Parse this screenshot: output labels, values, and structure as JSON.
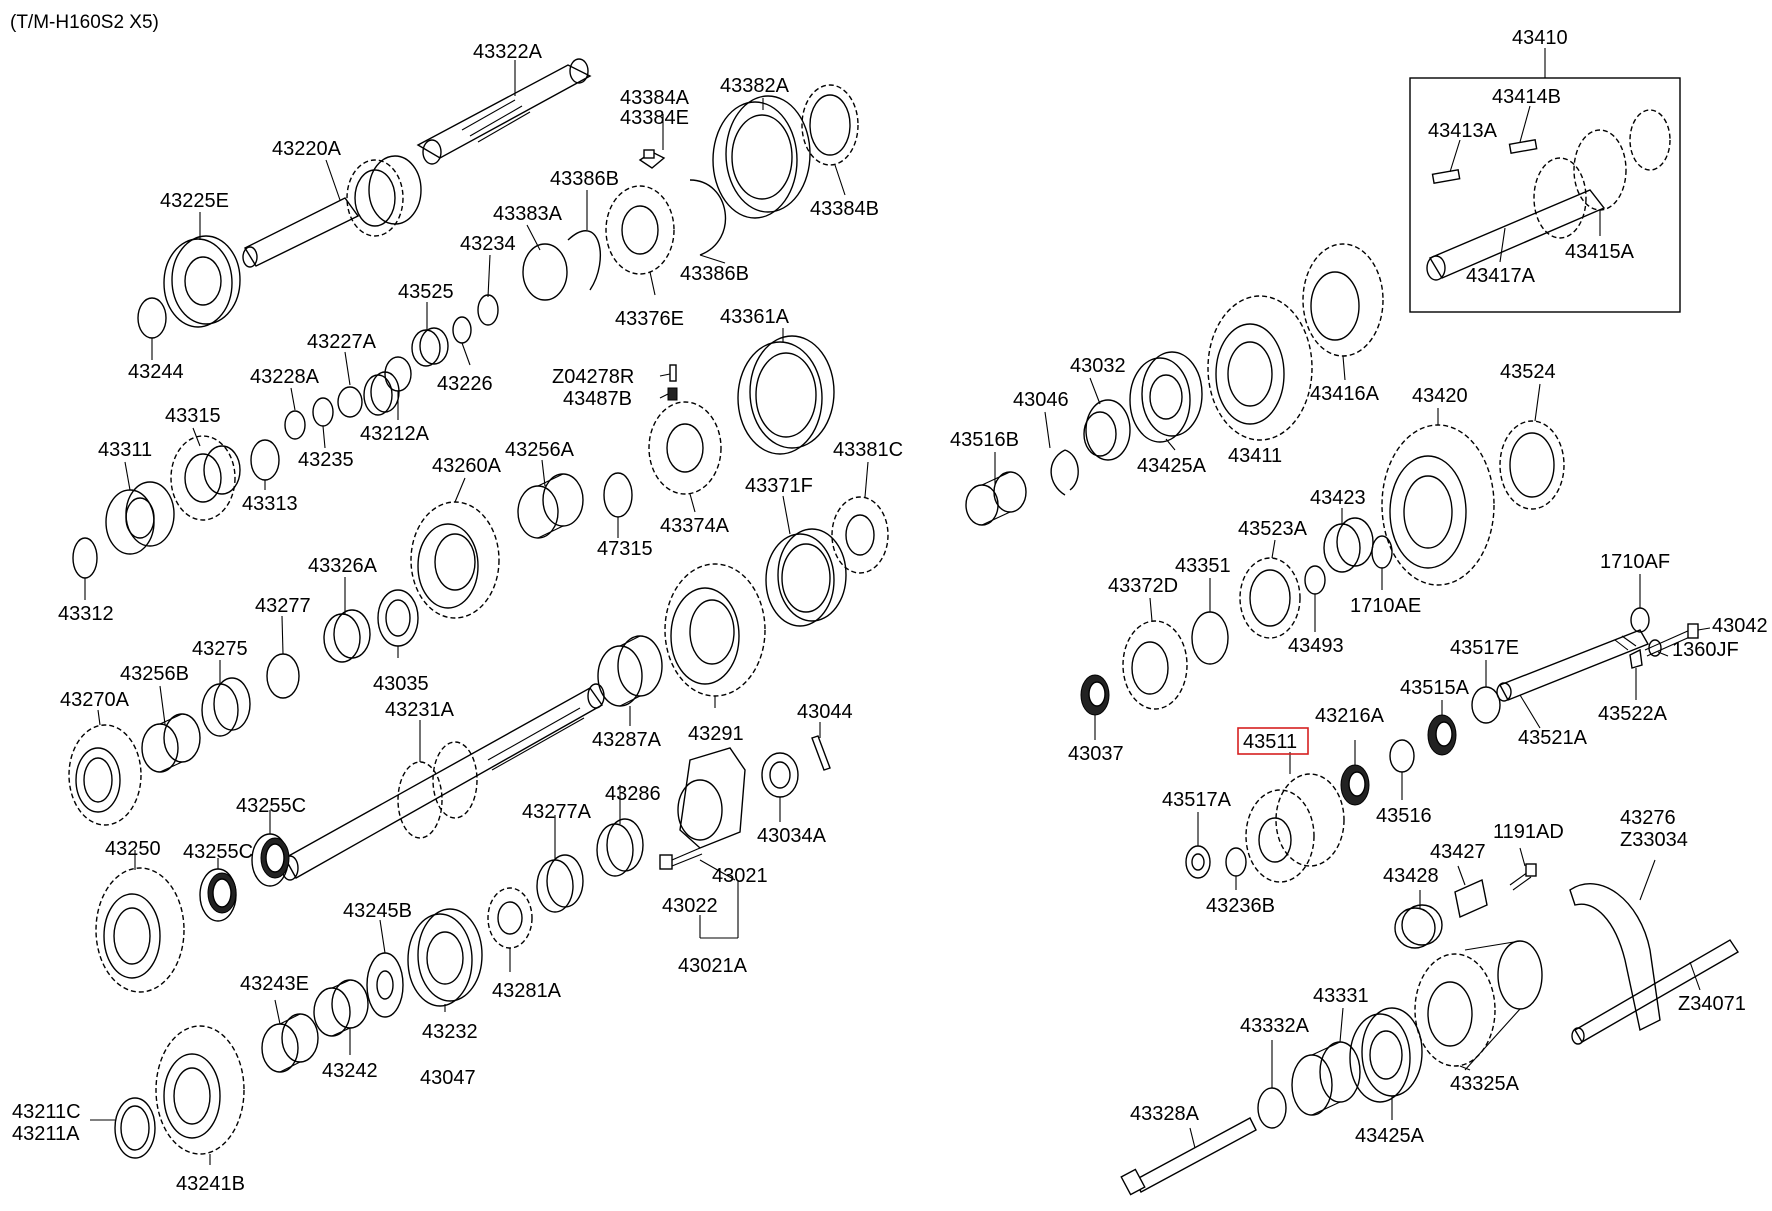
{
  "title": "(T/M-H160S2 X5)",
  "highlight": {
    "color": "#d62020"
  },
  "labels": {
    "43322A": "43322A",
    "43384A": "43384A",
    "43384E": "43384E",
    "43382A": "43382A",
    "43220A": "43220A",
    "43386B_top": "43386B",
    "43225E": "43225E",
    "43383A": "43383A",
    "43384B": "43384B",
    "43234": "43234",
    "43386B_bot": "43386B",
    "43525": "43525",
    "43376E": "43376E",
    "43361A": "43361A",
    "43227A": "43227A",
    "43228A": "43228A",
    "Z04278R": "Z04278R",
    "43244": "43244",
    "43226": "43226",
    "43487B": "43487B",
    "43315": "43315",
    "43212A": "43212A",
    "43311": "43311",
    "43235": "43235",
    "43256A": "43256A",
    "43381C": "43381C",
    "43260A": "43260A",
    "43313": "43313",
    "43371F": "43371F",
    "47315": "47315",
    "43374A": "43374A",
    "43312": "43312",
    "43326A": "43326A",
    "43277": "43277",
    "43256B": "43256B",
    "43275": "43275",
    "43035": "43035",
    "43270A": "43270A",
    "43231A": "43231A",
    "43287A": "43287A",
    "43291": "43291",
    "43044": "43044",
    "43255C_a": "43255C",
    "43286": "43286",
    "43277A": "43277A",
    "43250": "43250",
    "43255C_b": "43255C",
    "43034A": "43034A",
    "43021": "43021",
    "43022": "43022",
    "43245B": "43245B",
    "43021A": "43021A",
    "43243E": "43243E",
    "43281A": "43281A",
    "43232": "43232",
    "43242": "43242",
    "43047": "43047",
    "43211C": "43211C",
    "43211A": "43211A",
    "43241B": "43241B",
    "43410": "43410",
    "43414B": "43414B",
    "43413A": "43413A",
    "43417A": "43417A",
    "43415A": "43415A",
    "43032": "43032",
    "43416A": "43416A",
    "43046": "43046",
    "43516B": "43516B",
    "43425A_top": "43425A",
    "43411": "43411",
    "43420": "43420",
    "43524": "43524",
    "43423": "43423",
    "43523A": "43523A",
    "43351": "43351",
    "43372D": "43372D",
    "1710AE": "1710AE",
    "43493": "43493",
    "1710AF": "1710AF",
    "43042": "43042",
    "1360JF": "1360JF",
    "43517E": "43517E",
    "43515A": "43515A",
    "43522A": "43522A",
    "43037": "43037",
    "43216A": "43216A",
    "43511": "43511",
    "43521A": "43521A",
    "43517A": "43517A",
    "43516": "43516",
    "43276": "43276",
    "Z33034": "Z33034",
    "1191AD": "1191AD",
    "43427": "43427",
    "43236B": "43236B",
    "43428": "43428",
    "Z34071": "Z34071",
    "43331": "43331",
    "43332A": "43332A",
    "43325A": "43325A",
    "43328A": "43328A",
    "43425A_bot": "43425A"
  }
}
